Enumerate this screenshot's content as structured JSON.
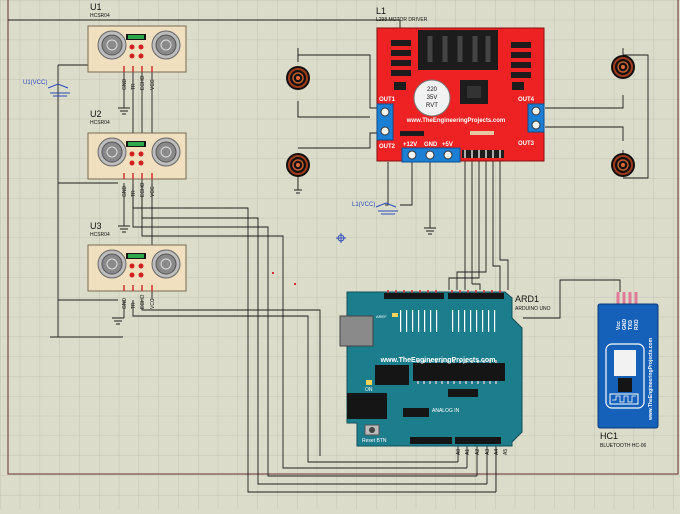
{
  "colors": {
    "background": "#dcdccb",
    "grid": "#c2c2b2",
    "sheet_border": "#7a4a4a",
    "wire": "#1e1e1e",
    "driver_board": "#ee2222",
    "arduino_board": "#1c7d8c",
    "sensor_body": "#f0e0c0",
    "bt_module": "#1560b8",
    "terminal": "#1b7fd6"
  },
  "sensors": [
    {
      "ref": "U1",
      "model": "HCSR04",
      "pins": [
        "GND",
        "TR",
        "ECHO",
        "VCC"
      ]
    },
    {
      "ref": "U2",
      "model": "HCSR04",
      "pins": [
        "GND",
        "TR",
        "ECHO",
        "VCC"
      ]
    },
    {
      "ref": "U3",
      "model": "HCSR04",
      "pins": [
        "GND",
        "TR",
        "ECHO",
        "VCC"
      ]
    }
  ],
  "power_labels": {
    "sensors_vcc": "U1(VCC)",
    "driver_vcc": "L1(VCC)"
  },
  "driver": {
    "ref": "L1",
    "model": "L298 MOTOR DRIVER",
    "website": "www.TheEngineeringProjects.com",
    "cap_lines": [
      "220",
      "35V",
      "RVT"
    ],
    "outputs": [
      "OUT1",
      "OUT2",
      "OUT3",
      "OUT4"
    ],
    "power_pins": [
      "+12V",
      "GND",
      "+5V"
    ]
  },
  "arduino": {
    "ref": "ARD1",
    "model": "ARDUINO UNO",
    "website": "www.TheEngineeringProjects.com",
    "analog_label": "ANALOG IN",
    "reset_label": "Reset BTN",
    "on_label": "ON",
    "aref_label": "AREF",
    "analog_pins": [
      "A0",
      "A1",
      "A2",
      "A3",
      "A4",
      "A5"
    ]
  },
  "bluetooth": {
    "ref": "HC1",
    "model": "BLUETOOTH HC-06",
    "pins": [
      "Vcc",
      "GND",
      "TXD",
      "RXD"
    ],
    "website": "www.TheEngineeringProjects.com"
  }
}
